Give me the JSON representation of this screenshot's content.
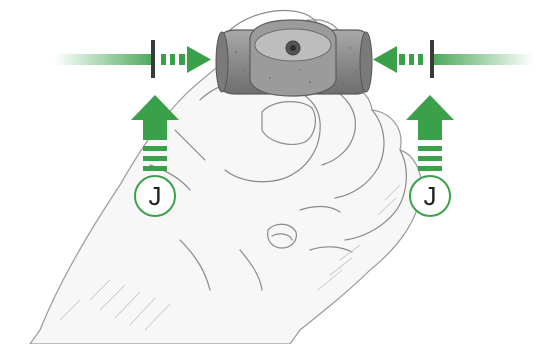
{
  "callouts": [
    {
      "id": "left",
      "label": "J"
    },
    {
      "id": "right",
      "label": "J"
    }
  ],
  "colors": {
    "accent_green": "#3aa14a",
    "sketch_line": "#7a7a7a",
    "part_fill": "#8c8c8c",
    "marker_bar": "#3a3a3a"
  },
  "icons": [
    "hand-sketch",
    "coupling-fitting",
    "arrow-right",
    "arrow-left",
    "arrow-up"
  ]
}
